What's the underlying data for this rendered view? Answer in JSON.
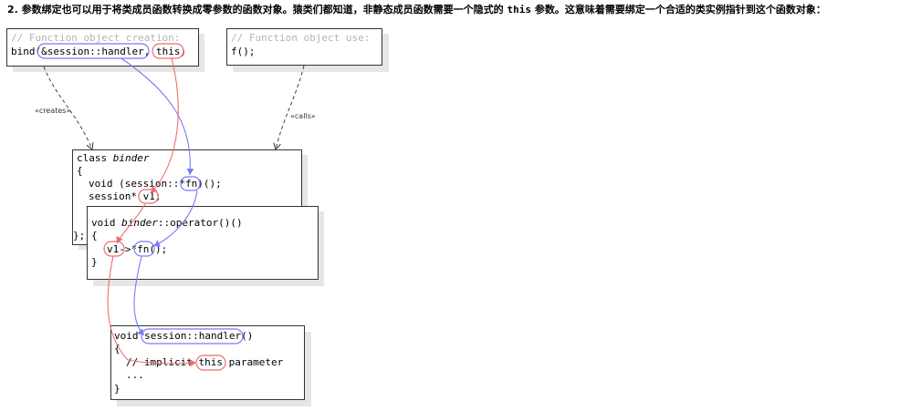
{
  "heading": {
    "part1": "2. 参数绑定也可以用于将类成员函数转换成零参数的函数对象。猿类们都知道，非静态成员函数需要一个隐式的",
    "code": "this",
    "part2": "参数。这意味着需要绑定一个合适的类实例指针到这个函数对象："
  },
  "creation_box": {
    "comment": "// Function object creation:",
    "code_pre": "bind(",
    "handler_ref": "&session::handler",
    "sep": ", ",
    "this_arg": "this",
    "close": ")"
  },
  "use_box": {
    "comment": "// Function object use:",
    "code": "f();"
  },
  "arrows": {
    "creates_label": "«creates»",
    "calls_label": "«calls»"
  },
  "binder_class": {
    "kw": "class ",
    "name": "binder",
    "open": "{",
    "fn_pre": "void (session::*",
    "fn_name": "fn",
    "fn_post": ")();",
    "v1_pre": "session* ",
    "v1_name": "v1",
    "v1_post": ";",
    "close": "};"
  },
  "operator_box": {
    "sig_pre": "void ",
    "sig_name": "binder",
    "sig_post": "::operator()()",
    "open": "{",
    "call_v1": "v1",
    "call_arrow": "->*",
    "call_fn": "fn",
    "call_post": "();",
    "close": "}"
  },
  "handler_box": {
    "sig_pre": "void ",
    "sig_name": "session::handler",
    "sig_post": "()",
    "open": "{",
    "comment_pre": "// implicit ",
    "this_param": "this",
    "comment_post": " parameter",
    "ellipsis": "...",
    "close": "}"
  },
  "colors": {
    "blue": "#7b7bf5",
    "red": "#ee6e6e",
    "shadow": "#e6e6e6",
    "border": "#333333"
  }
}
